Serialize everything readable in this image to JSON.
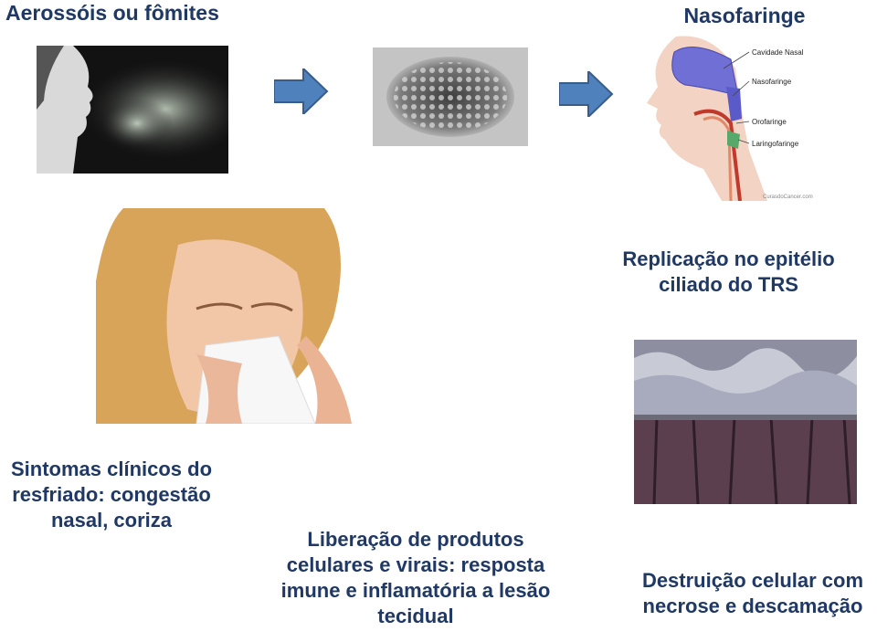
{
  "steps": {
    "aerosol": {
      "label": "Aerossóis ou fômites"
    },
    "nasopharynx": {
      "label": "Nasofaringe"
    },
    "replication": {
      "line1": "Replicação no epitélio",
      "line2": "ciliado do TRS"
    },
    "symptoms": {
      "line1": "Sintomas clínicos do",
      "line2": "resfriado: congestão",
      "line3": "nasal, coriza"
    },
    "release": {
      "line1": "Liberação de produtos",
      "line2": "celulares e virais: resposta",
      "line3": "imune e inflamatória a lesão",
      "line4": "tecidual"
    },
    "destruction": {
      "line1": "Destruição celular com",
      "line2": "necrose e descamação"
    }
  },
  "anatomy": {
    "labels": [
      "Cavidade Nasal",
      "Nasofaringe",
      "Orofaringe",
      "Laringofaringe"
    ],
    "credit": "CurasdoCancer.com"
  },
  "colors": {
    "text": "#1f3864",
    "arrow": "#4f81bd",
    "arrow_edge": "#385d8a"
  }
}
